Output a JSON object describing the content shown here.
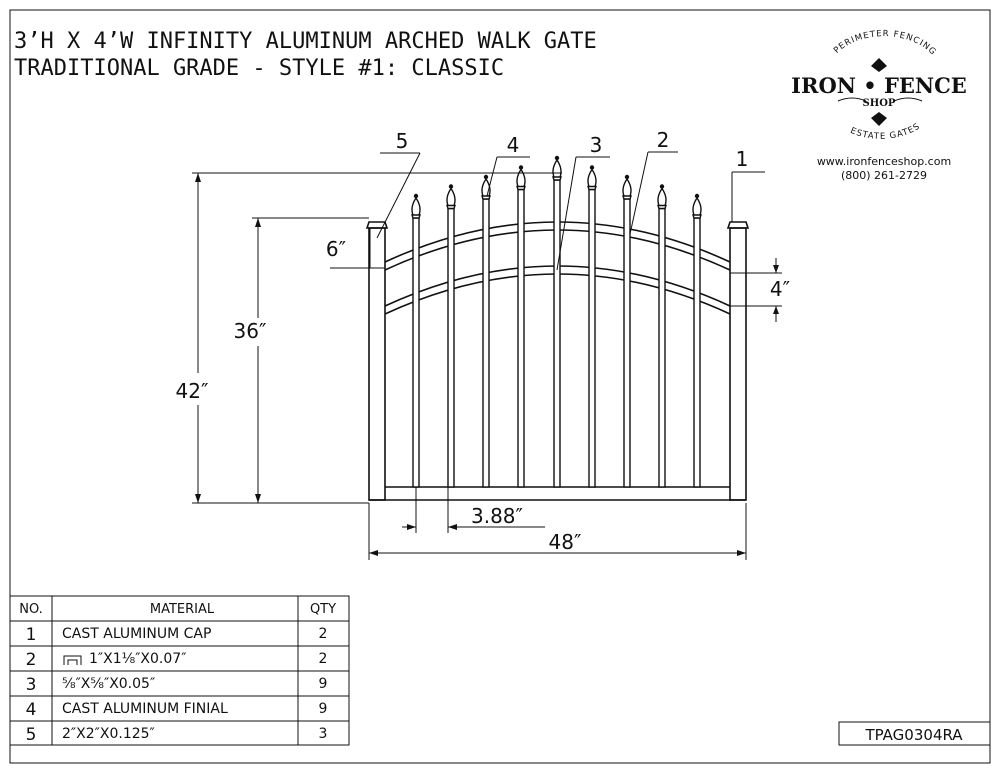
{
  "title": {
    "line1": "3’H X 4’W INFINITY ALUMINUM ARCHED WALK GATE",
    "line2": "TRADITIONAL GRADE - STYLE #1: CLASSIC"
  },
  "logo": {
    "arc_top": "PERIMETER FENCING",
    "wordmark": "IRON • FENCE",
    "shop": "SHOP",
    "arc_bottom": "ESTATE GATES"
  },
  "contact": {
    "website": "www.ironfenceshop.com",
    "phone": "(800) 261-2729"
  },
  "callouts": [
    "1",
    "2",
    "3",
    "4",
    "5"
  ],
  "dimensions": {
    "height_overall": "42″",
    "height_post": "36″",
    "arch_rise": "6″",
    "rail_gap": "4″",
    "picket_spacing": "3.88″",
    "width": "48″"
  },
  "bom": {
    "headers": [
      "NO.",
      "MATERIAL",
      "QTY"
    ],
    "rows": [
      {
        "no": "1",
        "material": "CAST ALUMINUM CAP",
        "qty": "2"
      },
      {
        "no": "2",
        "material": "1″X1⅛″X0.07″",
        "qty": "2"
      },
      {
        "no": "3",
        "material": "⅝″X⅝″X0.05″",
        "qty": "9"
      },
      {
        "no": "4",
        "material": "CAST ALUMINUM FINIAL",
        "qty": "9"
      },
      {
        "no": "5",
        "material": "2″X2″X0.125″",
        "qty": "3"
      }
    ]
  },
  "part_number": "TPAG0304RA"
}
